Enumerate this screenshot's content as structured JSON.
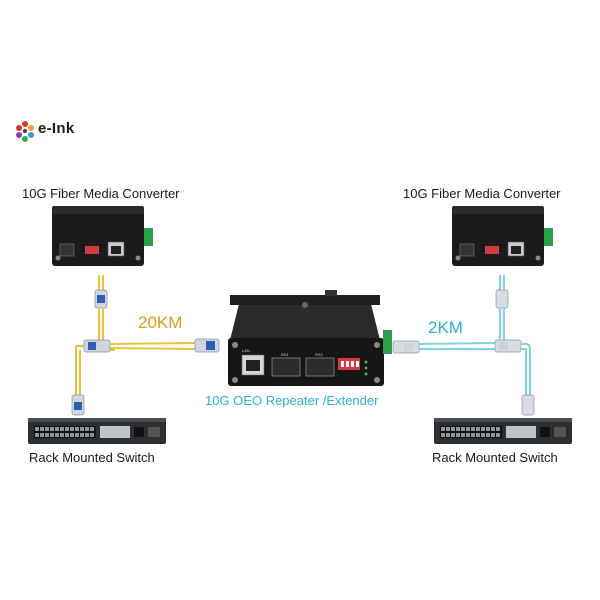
{
  "brand": {
    "name": "e-Ink"
  },
  "labels": {
    "left_converter": "10G Fiber Media Converter",
    "right_converter": "10G Fiber Media Converter",
    "left_switch": "Rack Mounted Switch",
    "right_switch": "Rack Mounted Switch",
    "repeater": "10G OEO Repeater /Extender",
    "left_distance": "20KM",
    "right_distance": "2KM"
  },
  "repeater_panel": {
    "port1": "RX1",
    "port2": "RX2",
    "lan": "LAN"
  },
  "colors": {
    "single_mode_fiber": "#e8c43a",
    "multi_mode_fiber": "#7fd3dc",
    "left_distance_text": "#d4a017",
    "right_distance_text": "#2bb3c9",
    "repeater_label": "#2bb3c9",
    "device_body": "#1b1b1b",
    "terminal_green": "#2e9e4a",
    "dip_switch_red": "#d63a3a"
  }
}
